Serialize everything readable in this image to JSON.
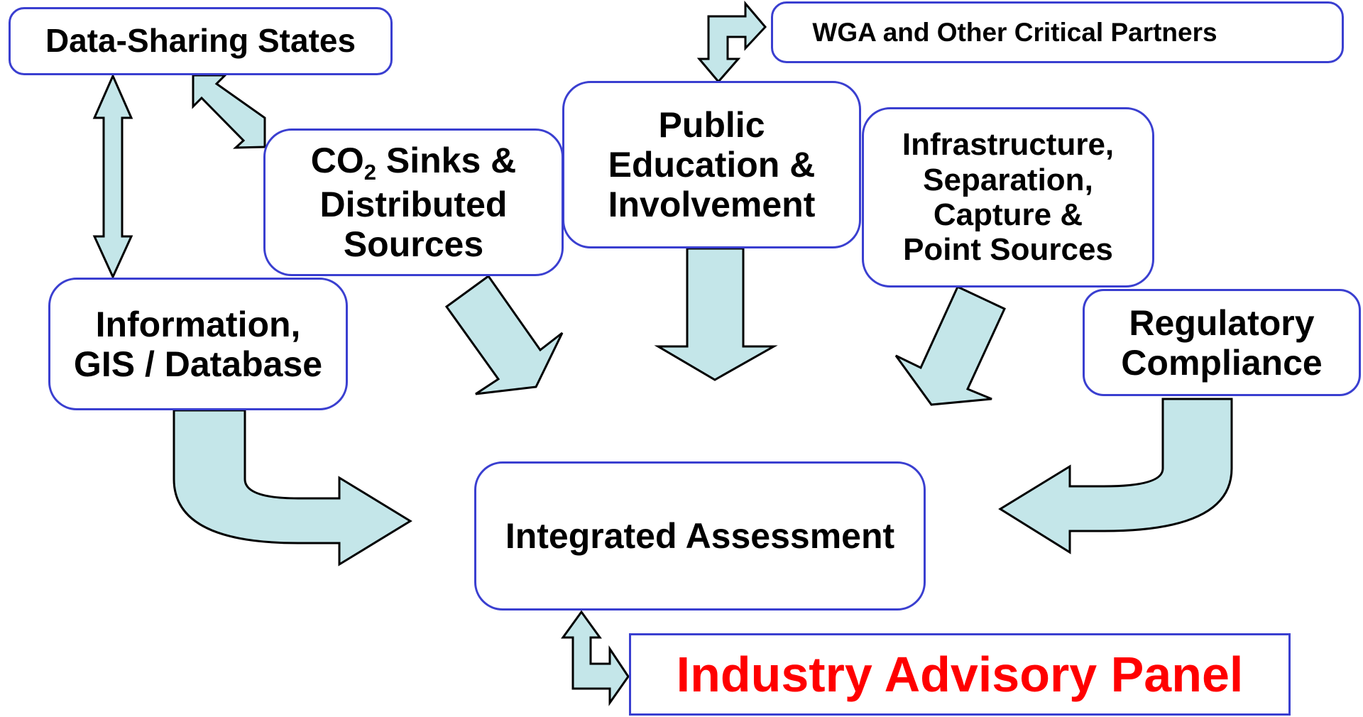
{
  "diagram": {
    "nodes": {
      "data_sharing_states": {
        "label": "Data-Sharing States"
      },
      "wga_partners": {
        "label": "WGA and Other Critical Partners"
      },
      "public_education": {
        "lines": [
          "Public",
          "Education &",
          "Involvement"
        ]
      },
      "co2_sinks": {
        "line1_prefix": "CO",
        "line1_subscript": "2",
        "line1_suffix": " Sinks &",
        "lines_rest": [
          "Distributed",
          "Sources"
        ]
      },
      "infrastructure": {
        "lines": [
          "Infrastructure,",
          "Separation,",
          "Capture &",
          "Point Sources"
        ]
      },
      "information_gis": {
        "lines": [
          "Information,",
          "GIS / Database"
        ]
      },
      "regulatory": {
        "lines": [
          "Regulatory",
          "Compliance"
        ]
      },
      "integrated_assessment": {
        "label": "Integrated Assessment"
      },
      "industry_advisory_panel": {
        "label": "Industry Advisory Panel"
      }
    },
    "edges": [
      {
        "from": "Data-Sharing States",
        "to": "Information, GIS / Database",
        "type": "bidirectional"
      },
      {
        "from": "Data-Sharing States",
        "to": "CO2 Sinks & Distributed Sources",
        "type": "bidirectional"
      },
      {
        "from": "WGA and Other Critical Partners",
        "to": "Public Education & Involvement",
        "type": "bidirectional"
      },
      {
        "from": "CO2 Sinks & Distributed Sources",
        "to": "Integrated Assessment",
        "type": "directed"
      },
      {
        "from": "Public Education & Involvement",
        "to": "Integrated Assessment",
        "type": "directed"
      },
      {
        "from": "Infrastructure, Separation, Capture & Point Sources",
        "to": "Integrated Assessment",
        "type": "directed"
      },
      {
        "from": "Information, GIS / Database",
        "to": "Integrated Assessment",
        "type": "directed"
      },
      {
        "from": "Regulatory Compliance",
        "to": "Integrated Assessment",
        "type": "directed"
      },
      {
        "from": "Integrated Assessment",
        "to": "Industry Advisory Panel",
        "type": "bidirectional"
      }
    ],
    "colors": {
      "box_border": "#3a3fd0",
      "arrow_fill": "#c4e6e9",
      "arrow_stroke": "#000000",
      "highlight_text": "#ff0000"
    }
  }
}
